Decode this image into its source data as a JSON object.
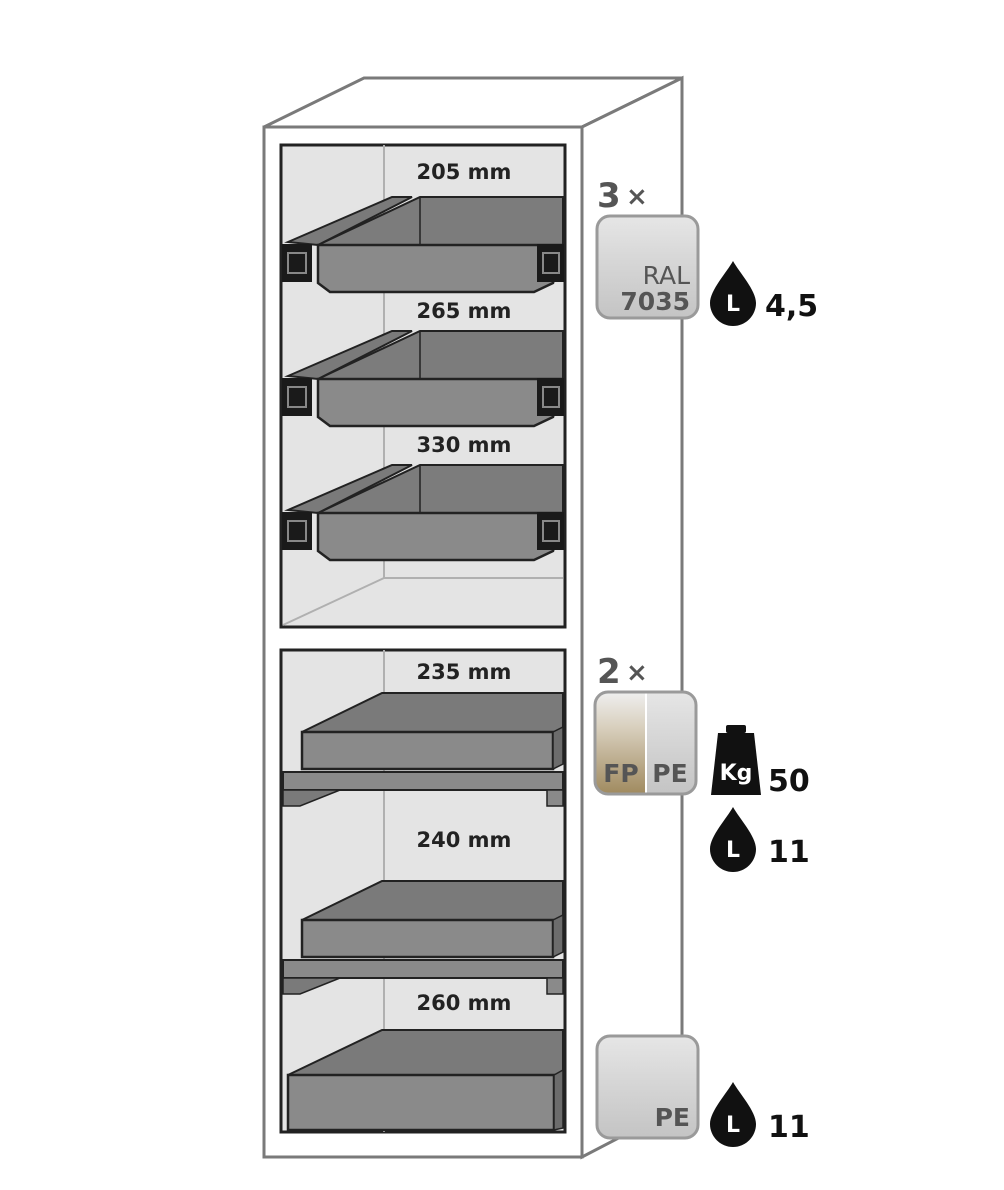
{
  "upper_compartment": {
    "quantity": "3",
    "times_sign": "×",
    "shelf_heights": [
      "205 mm",
      "265 mm",
      "330 mm"
    ],
    "material": {
      "line1": "RAL",
      "line2": "7035",
      "color": "#c9c9c9"
    },
    "capacity": {
      "icon": "droplet-litre-icon",
      "icon_letter": "L",
      "value": "4,5"
    }
  },
  "lower_compartment": {
    "quantity": "2",
    "times_sign": "×",
    "shelf_heights": [
      "235 mm",
      "240 mm",
      "260 mm"
    ],
    "material": {
      "label_left": "FP",
      "label_right": "PE",
      "color_left": "#a8956e",
      "color_right": "#c9c9c9"
    },
    "load": {
      "icon": "weight-kg-icon",
      "icon_letter": "Kg",
      "value": "50"
    },
    "capacity": {
      "icon": "droplet-litre-icon",
      "icon_letter": "L",
      "value": "11"
    }
  },
  "bottom_sump": {
    "material": {
      "label": "PE",
      "color": "#c9c9c9"
    },
    "capacity": {
      "icon": "droplet-litre-icon",
      "icon_letter": "L",
      "value": "11"
    }
  },
  "colors": {
    "cabinet_outline": "#7a7a7a",
    "interior": "#e4e4e4",
    "tray": "#8a8a8a",
    "tray_dark": "#6c6c6c",
    "icon": "#111111"
  }
}
